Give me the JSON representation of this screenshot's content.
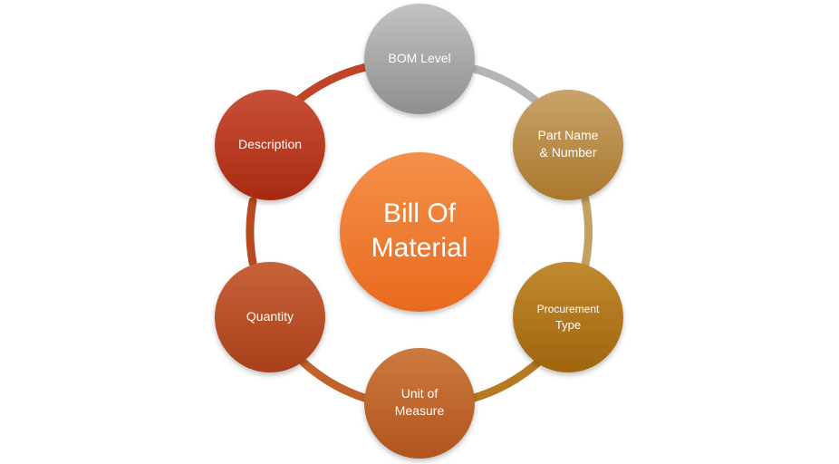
{
  "center": {
    "line1": "Bill Of",
    "line2": "Material",
    "color": "#ED7D31"
  },
  "nodes": [
    {
      "id": "bom-level",
      "lines": [
        "BOM Level"
      ],
      "color": "#A6A6A6"
    },
    {
      "id": "part-name-number",
      "lines": [
        "Part Name",
        "& Number"
      ],
      "color": "#B8914A"
    },
    {
      "id": "procurement-type",
      "lines": [
        "Procurement",
        "Type"
      ],
      "color": "#B07A1E"
    },
    {
      "id": "unit-of-measure",
      "lines": [
        "Unit of",
        "Measure"
      ],
      "color": "#C0622A"
    },
    {
      "id": "quantity",
      "lines": [
        "Quantity"
      ],
      "color": "#B84A22"
    },
    {
      "id": "description",
      "lines": [
        "Description"
      ],
      "color": "#B83A1A"
    }
  ]
}
